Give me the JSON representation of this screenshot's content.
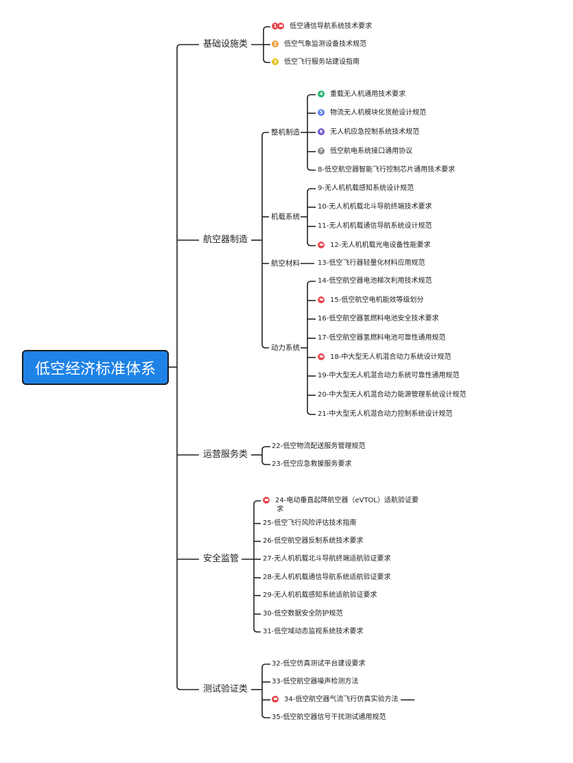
{
  "root": "低空经济标准体系",
  "colors": {
    "root": "#1f82e6",
    "flag": "#e9484f",
    "n1": "#e9484f",
    "n2": "#f0a040",
    "n3": "#e3c21b",
    "n4": "#23b46e",
    "n5": "#5b7ff0",
    "n6": "#6a4fc8",
    "n7": "#8c8c8c"
  },
  "categories": {
    "c1": "基础设施类",
    "c2": "航空器制造",
    "c3": "运营服务类",
    "c4": "安全监管",
    "c5": "测试验证类"
  },
  "subs": {
    "s1": "整机制造",
    "s2": "机载系统",
    "s3": "航空材料",
    "s4": "动力系统"
  },
  "badges": {
    "b1": "1",
    "b2": "2",
    "b3": "3",
    "b4": "4",
    "b5": "5",
    "b6": "6",
    "b7": "7"
  },
  "leaves": {
    "l1": "低空通信导航系统技术要求",
    "l2": "低空气象监测设备技术规范",
    "l3": "低空飞行服务站建设指南",
    "l4": "重载无人机通用技术要求",
    "l5": "物流无人机模块化货舱设计规范",
    "l6": "无人机应急控制系统技术规范",
    "l7": "低空航电系统接口通用协议",
    "l8": "8-低空航空器智能飞行控制芯片通用技术要求",
    "l9": "9-无人机机载感知系统设计规范",
    "l10": "10-无人机机载北斗导航终端技术要求",
    "l11": "11-无人机机载通信导航系统设计规范",
    "l12": "12-无人机机载光电设备性能要求",
    "l13": "13-低空飞行器轻量化材料应用规范",
    "l14": "14-低空航空器电池梯次利用技术规范",
    "l15": "15-低空航空电机能效等级划分",
    "l16": "16-低空航空器氢燃料电池安全技术要求",
    "l17": "17-低空航空器氢燃料电池可靠性通用规范",
    "l18": "18-中大型无人机混合动力系统设计规范",
    "l19": "19-中大型无人机混合动力系统可靠性通用规范",
    "l20": "20-中大型无人机混合动力能源管理系统设计规范",
    "l21": "21-中大型无人机混合动力控制系统设计规范",
    "l22": "22-低空物流配送服务管理规范",
    "l23": "23-低空应急救援服务要求",
    "l24a": "24-电动垂直起降航空器（eVTOL）适航验证要",
    "l24b": "求",
    "l25": "25-低空飞行风险评估技术指南",
    "l26": "26-低空航空器反制系统技术要求",
    "l27": "27-无人机机载北斗导航终端适航验证要求",
    "l28": "28-无人机机载通信导航系统适航验证要求",
    "l29": "29-无人机机载感知系统适航验证要求",
    "l30": "30-低空数据安全防护规范",
    "l31": "31-低空域动态监视系统技术要求",
    "l32": "32-低空仿真测试平台建设要求",
    "l33": "33-低空航空器噪声检测方法",
    "l34": "34-低空航空器气流飞行仿真实验方法",
    "l35": "35-低空航空器信号干扰测试通用规范"
  }
}
